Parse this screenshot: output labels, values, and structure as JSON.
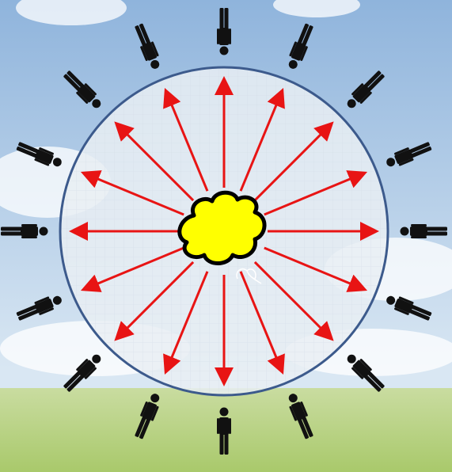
{
  "scene": {
    "background": "sky-over-green-field",
    "center_shape": "yellow-cloud-blob",
    "people_count": 16,
    "arrow_count": 16,
    "colors": {
      "sky_top": "#8fb4dc",
      "sky_bottom": "#d9e7f3",
      "field": "#a9c96b",
      "circle_fill": "#e9eef3",
      "circle_stroke": "#3c5a8c",
      "arrow": "#e81414",
      "blob_fill": "#ffff00",
      "blob_stroke": "#000000",
      "person": "#111111"
    }
  }
}
